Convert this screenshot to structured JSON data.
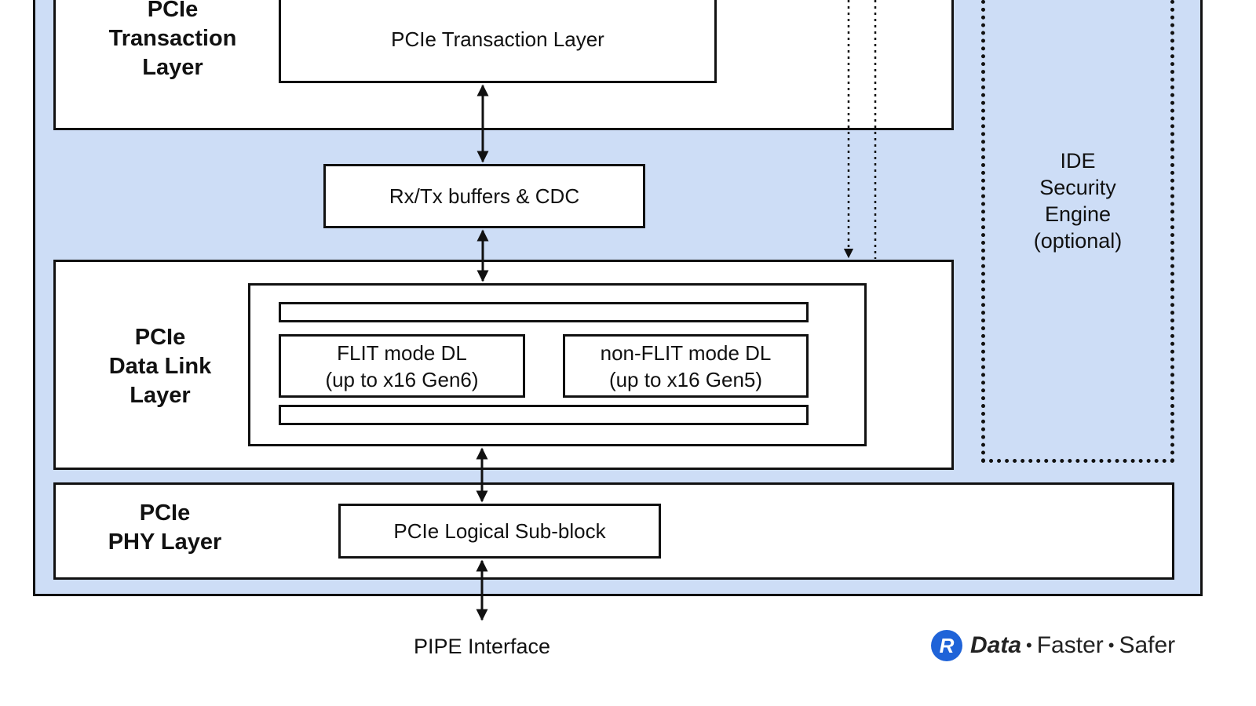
{
  "layers": {
    "transaction": {
      "title": "PCIe\nTransaction\nLayer",
      "block": "PCIe Transaction Layer"
    },
    "buffers": "Rx/Tx buffers & CDC",
    "data_link": {
      "title": "PCIe\nData Link\nLayer",
      "flit": "FLIT mode DL\n(up to x16 Gen6)",
      "non_flit": "non-FLIT mode DL\n(up to x16 Gen5)"
    },
    "phy": {
      "title": "PCIe\nPHY Layer",
      "block": "PCIe Logical Sub-block"
    }
  },
  "ide": "IDE\nSecurity\nEngine\n(optional)",
  "pipe_interface": "PIPE Interface",
  "brand": {
    "logo_letter": "R",
    "word1": "Data",
    "word2": "Faster",
    "word3": "Safer",
    "color": "#1f63d8"
  },
  "colors": {
    "background_panel": "#cdddf6"
  }
}
